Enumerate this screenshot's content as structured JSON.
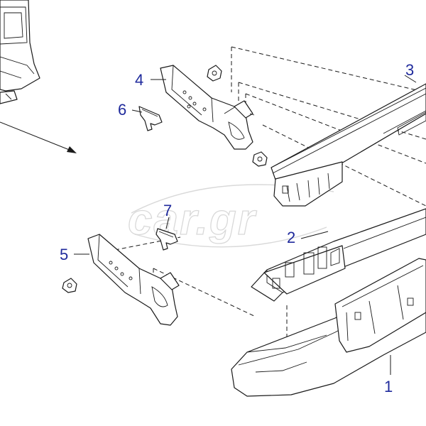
{
  "diagram": {
    "callouts": [
      {
        "id": "1",
        "label": "1"
      },
      {
        "id": "2",
        "label": "2"
      },
      {
        "id": "3",
        "label": "3"
      },
      {
        "id": "4",
        "label": "4"
      },
      {
        "id": "5",
        "label": "5"
      },
      {
        "id": "6",
        "label": "6"
      },
      {
        "id": "7",
        "label": "7"
      }
    ],
    "watermark": "car.gr",
    "colors": {
      "callout": "#1f2a9c",
      "line": "#1a1a1a",
      "watermark": "#d9d9d9"
    }
  }
}
